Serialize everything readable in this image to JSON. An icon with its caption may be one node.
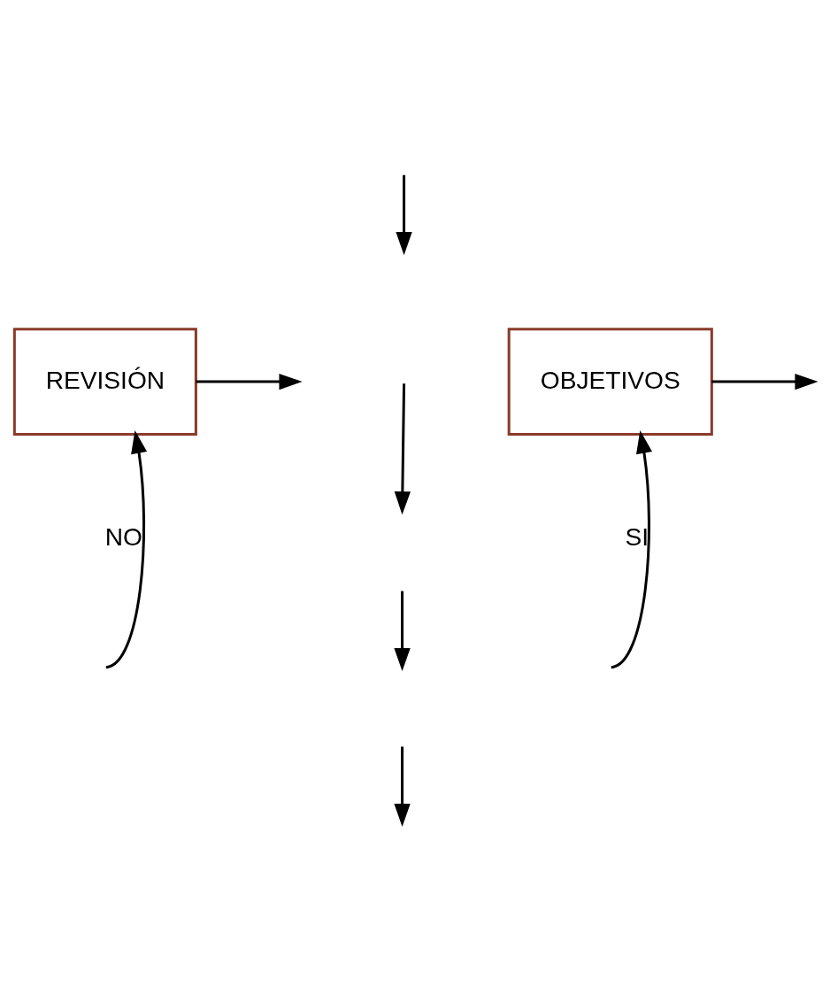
{
  "diagram": {
    "nodes": [
      {
        "text": [
          "REVISIÓN"
        ]
      },
      {
        "text": [
          "OBJETIVOS"
        ]
      }
    ],
    "edges": [
      {
        "from": null,
        "to": 0,
        "arrow": "to",
        "label": "NO"
      },
      {
        "from": null,
        "to": 1,
        "arrow": "to",
        "label": "SI"
      },
      {
        "from": 0,
        "to": null,
        "arrow": "to"
      },
      {
        "from": 1,
        "to": null,
        "arrow": "to"
      }
    ]
  }
}
